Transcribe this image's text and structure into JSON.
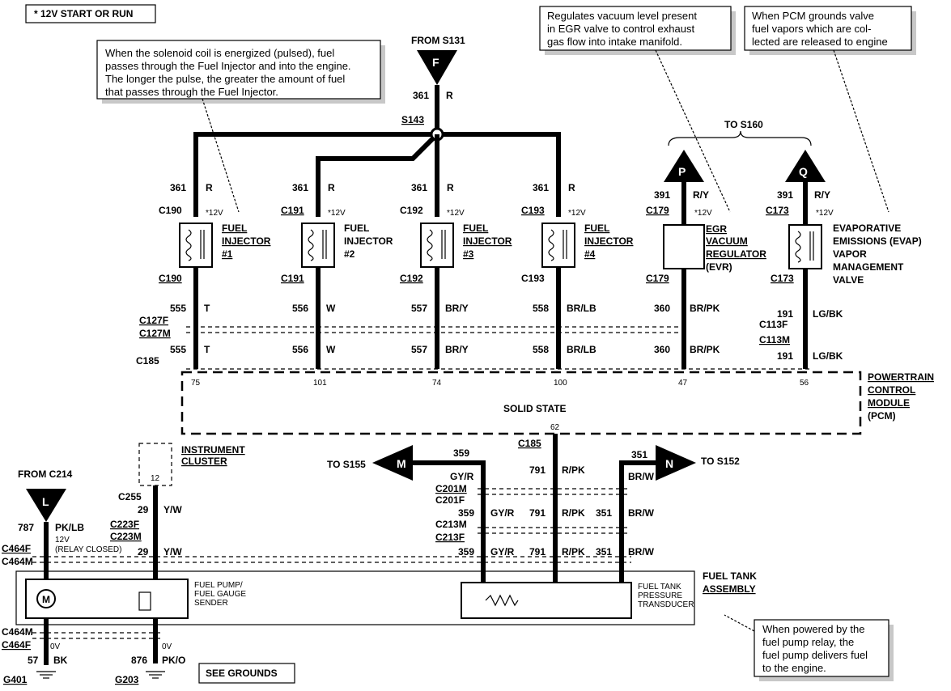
{
  "header_box": "* 12V START OR RUN",
  "notes": {
    "solenoid": [
      "When the solenoid coil is energized (pulsed), fuel",
      "passes through the Fuel Injector and into the engine.",
      "The longer the pulse, the greater the amount of fuel",
      "that passes through the  Fuel Injector."
    ],
    "egr": [
      "Regulates vacuum level present",
      "in EGR valve to control exhaust",
      "gas flow into intake manifold."
    ],
    "pcm_ground": [
      "When  PCM  grounds  valve",
      "fuel  vapors  which  are  col-",
      "lected are released to engine"
    ],
    "fuel_pump": [
      "When powered by the",
      "fuel  pump  relay,  the",
      "fuel pump delivers fuel",
      "to the engine."
    ]
  },
  "top_feed": {
    "from": "FROM S131",
    "letter": "F",
    "wire": "361",
    "color": "R",
    "splice": "S143"
  },
  "to_s160": "TO S160",
  "injectors": [
    {
      "conn_top": "C190",
      "wire_in": "361",
      "color_in": "R",
      "v": "*12V",
      "name": [
        "FUEL",
        "INJECTOR",
        "#1"
      ],
      "conn_bot": "C190",
      "pin_wire": "555",
      "pin_color": "T",
      "pin": "75"
    },
    {
      "conn_top": "C191",
      "wire_in": "361",
      "color_in": "R",
      "v": "*12V",
      "name": [
        "FUEL",
        "INJECTOR",
        "#2"
      ],
      "conn_bot": "C191",
      "pin_wire": "556",
      "pin_color": "W",
      "pin": "101"
    },
    {
      "conn_top": "C192",
      "wire_in": "361",
      "color_in": "R",
      "v": "*12V",
      "name": [
        "FUEL",
        "INJECTOR",
        "#3"
      ],
      "conn_bot": "C192",
      "pin_wire": "557",
      "pin_color": "BR/Y",
      "pin": "74"
    },
    {
      "conn_top": "C193",
      "wire_in": "361",
      "color_in": "R",
      "v": "*12V",
      "name": [
        "FUEL",
        "INJECTOR",
        "#4"
      ],
      "conn_bot": "C193",
      "pin_wire": "558",
      "pin_color": "BR/LB",
      "pin": "100"
    }
  ],
  "evr": {
    "letter": "P",
    "wire_in": "391",
    "color_in": "R/Y",
    "conn_top": "C179",
    "v": "*12V",
    "name": [
      "EGR",
      "VACUUM",
      "REGULATOR",
      "(EVR)"
    ],
    "conn_bot": "C179",
    "pin_wire": "360",
    "pin_color": "BR/PK",
    "pin": "47"
  },
  "evap": {
    "letter": "Q",
    "wire_in": "391",
    "color_in": "R/Y",
    "conn_top": "C173",
    "v": "*12V",
    "name": [
      "EVAPORATIVE",
      "EMISSIONS (EVAP)",
      "VAPOR",
      "MANAGEMENT",
      "VALVE"
    ],
    "conn_bot": "C173",
    "pin_wire": "191",
    "pin_color": "LG/BK",
    "pin": "56",
    "c_mid1": "C113F",
    "c_mid2": "C113M"
  },
  "connectors_mid": {
    "c127f": "C127F",
    "c127m": "C127M",
    "c185": "C185"
  },
  "pcm": {
    "name": [
      "POWERTRAIN",
      "CONTROL",
      "MODULE",
      "(PCM)"
    ],
    "label": "SOLID STATE",
    "pin_bottom": "62",
    "conn_bottom": "C185"
  },
  "cluster": {
    "name": [
      "INSTRUMENT",
      "CLUSTER"
    ],
    "pin": "12",
    "conn": "C255",
    "wire": "29",
    "color": "Y/W",
    "c223f": "C223F",
    "c223m": "C223M"
  },
  "left_feed": {
    "from": "FROM C214",
    "letter": "L",
    "wire": "787",
    "color": "PK/LB",
    "v": "12V",
    "note": "(RELAY CLOSED)",
    "c464f": "C464F",
    "c464m": "C464M"
  },
  "fuel_tank": {
    "name": [
      "FUEL TANK",
      "ASSEMBLY"
    ],
    "pump": [
      "FUEL PUMP/",
      "FUEL GAUGE",
      "SENDER"
    ],
    "transducer": [
      "FUEL TANK",
      "PRESSURE",
      "TRANSDUCER"
    ]
  },
  "transducer_wires": {
    "to_s155": "TO S155",
    "m": "M",
    "wire_m": "359",
    "color_m": "GY/R",
    "to_s152": "TO S152",
    "n": "N",
    "wire_n": "351",
    "color_n": "BR/W",
    "wire_c": "791",
    "color_c": "R/PK",
    "c201m": "C201M",
    "c201f": "C201F",
    "c213m": "C213M",
    "c213f": "C213F"
  },
  "grounds": {
    "g401": "G401",
    "g203": "G203",
    "w57": "57",
    "c57": "BK",
    "w876": "876",
    "c876": "PK/O",
    "v": "0V",
    "see": "SEE GROUNDS"
  }
}
